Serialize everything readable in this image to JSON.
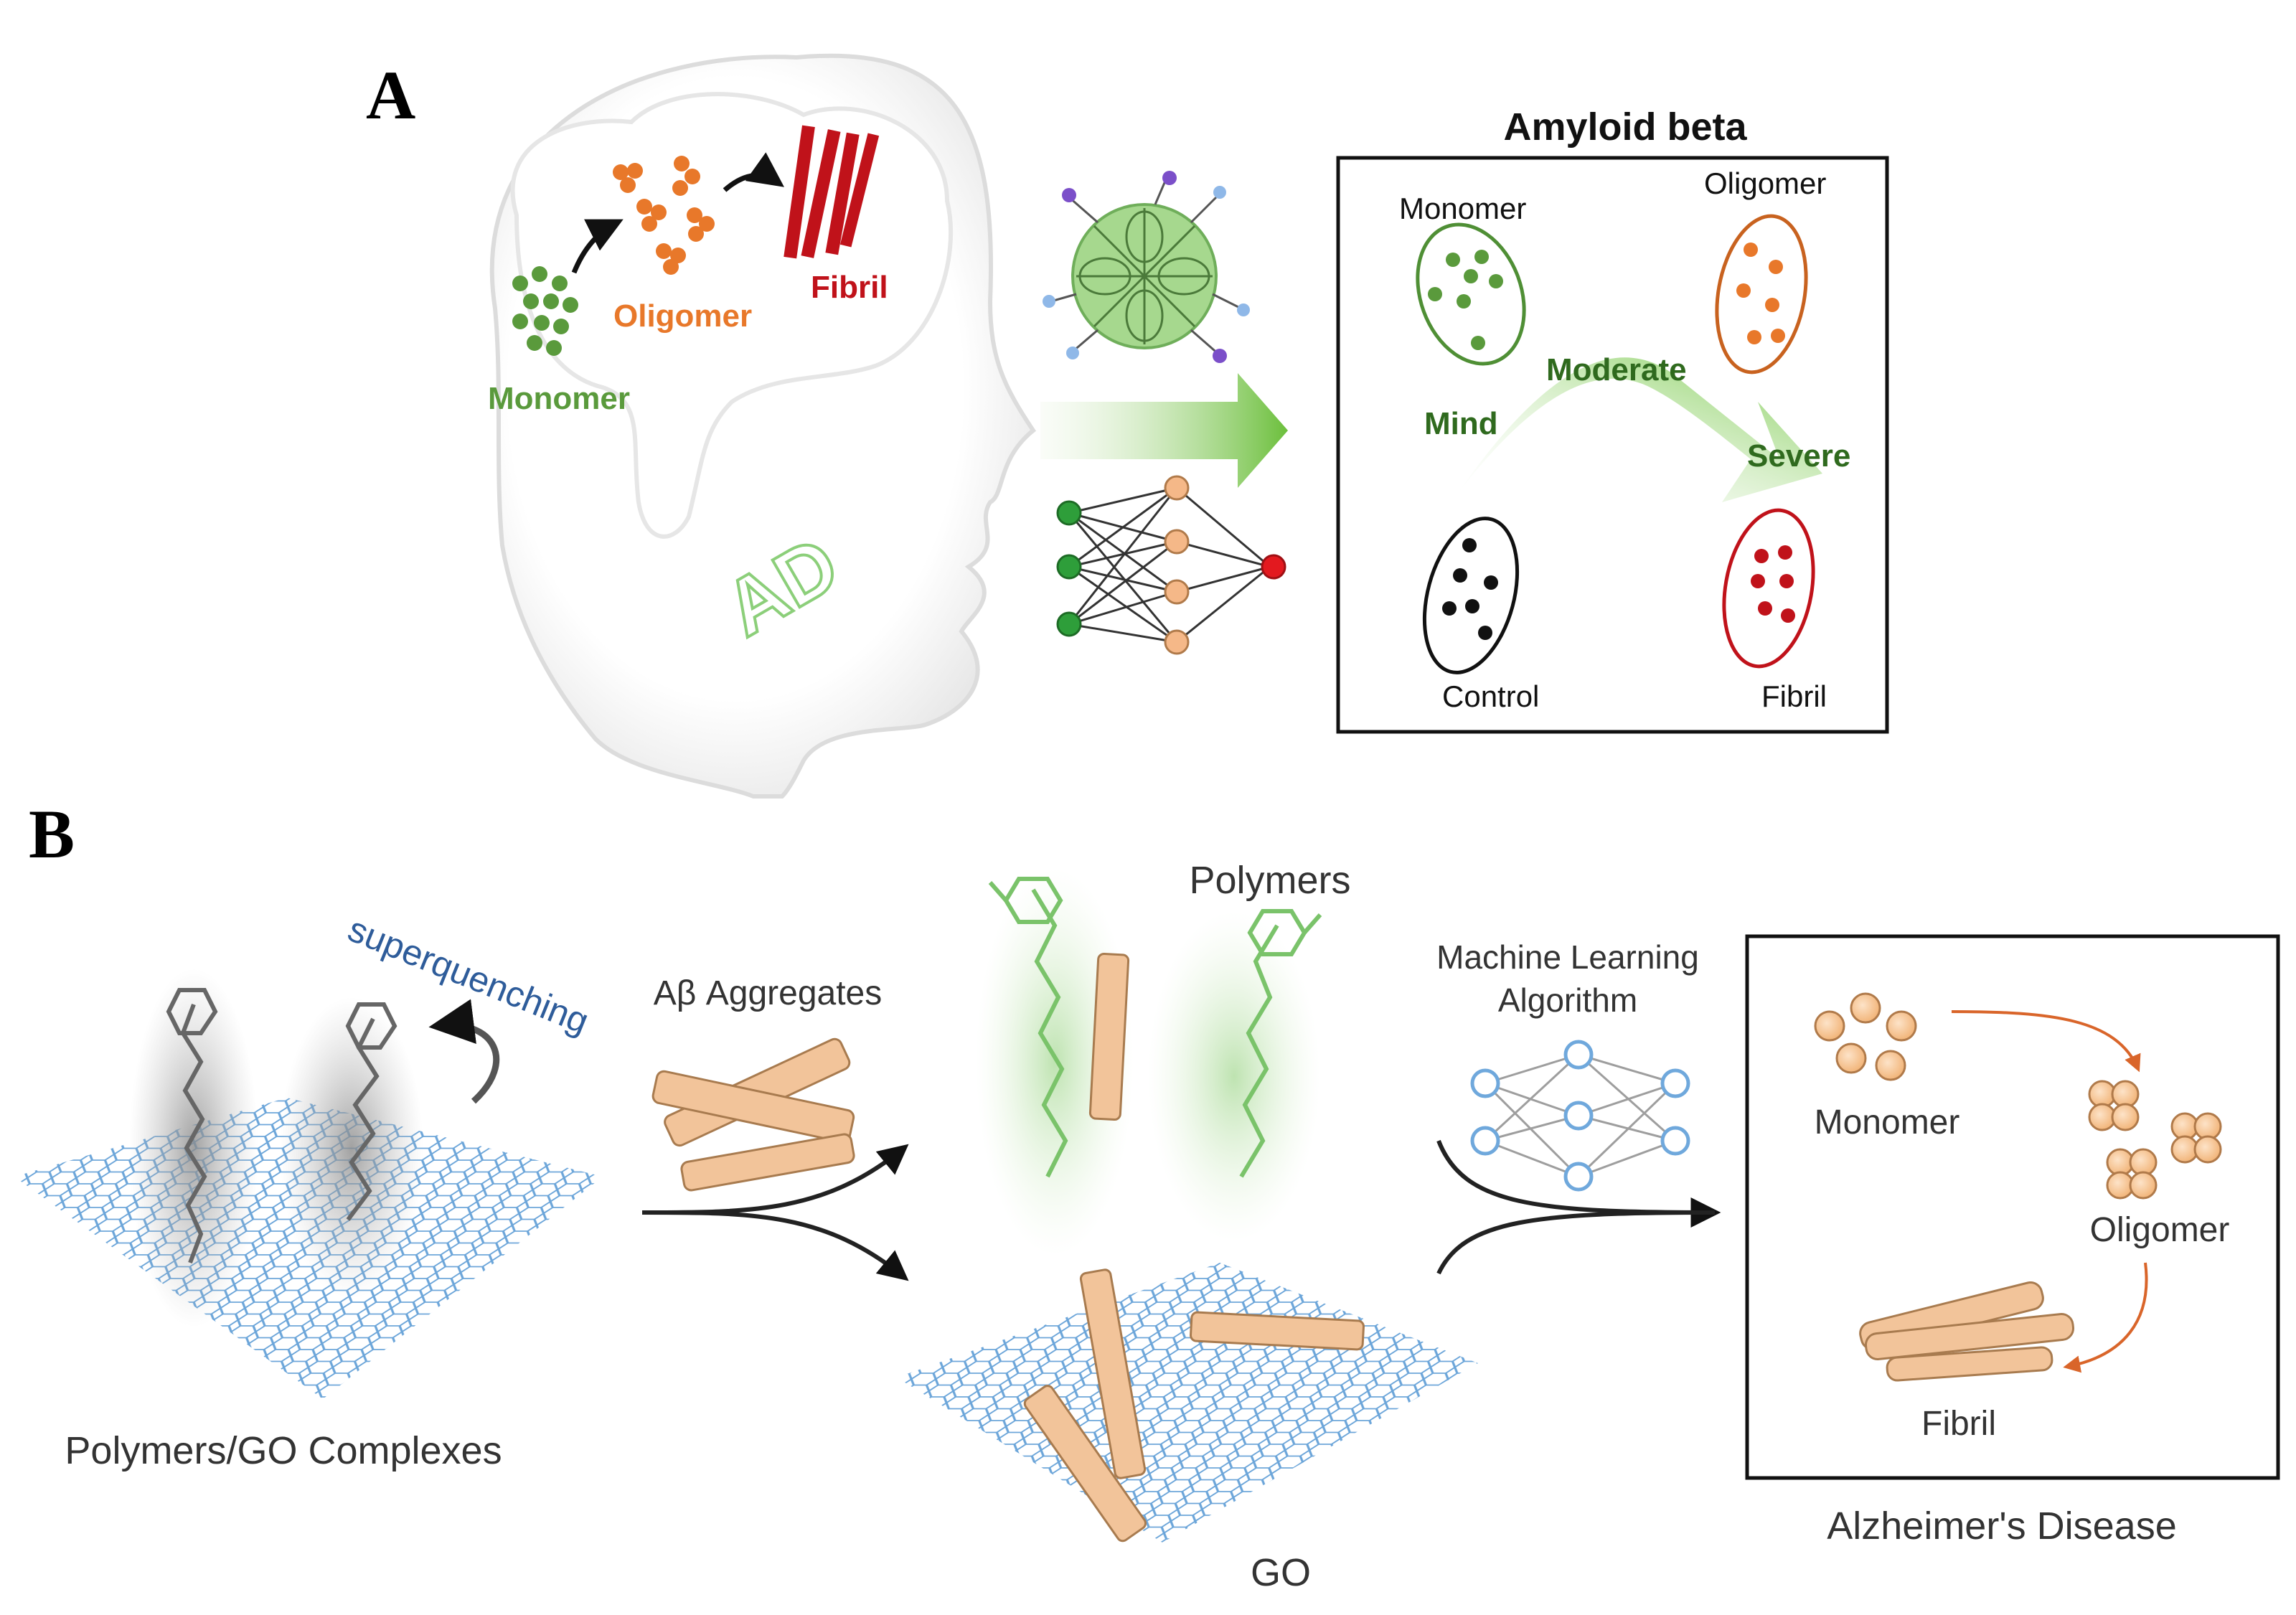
{
  "panel_a": {
    "label": "A",
    "head": {
      "monomer": "Monomer",
      "oligomer": "Oligomer",
      "fibril": "Fibril",
      "ad_mark": "AD"
    },
    "box": {
      "title": "Amyloid beta",
      "monomer": "Monomer",
      "oligomer": "Oligomer",
      "control": "Control",
      "fibril": "Fibril",
      "mind": "Mind",
      "moderate": "Moderate",
      "severe": "Severe"
    }
  },
  "panel_b": {
    "label": "B",
    "superquenching": "superquenching",
    "complexes": "Polymers/GO Complexes",
    "ab_aggregates": "Aβ Aggregates",
    "polymers": "Polymers",
    "go": "GO",
    "ml_line1": "Machine Learning",
    "ml_line2": "Algorithm",
    "box": {
      "monomer": "Monomer",
      "oligomer": "Oligomer",
      "fibril": "Fibril"
    },
    "disease": "Alzheimer's Disease"
  },
  "colors": {
    "monomer_green": "#5a9a3c",
    "oligomer_orange": "#e8782a",
    "fibril_red": "#c0121a",
    "text_dark_green": "#2f6a1e",
    "graphene_blue": "#5b9bd5",
    "polymer_green": "#7ac36a",
    "aggregate_tan": "#f2c49a",
    "nn_blue": "#6fa8dc"
  }
}
